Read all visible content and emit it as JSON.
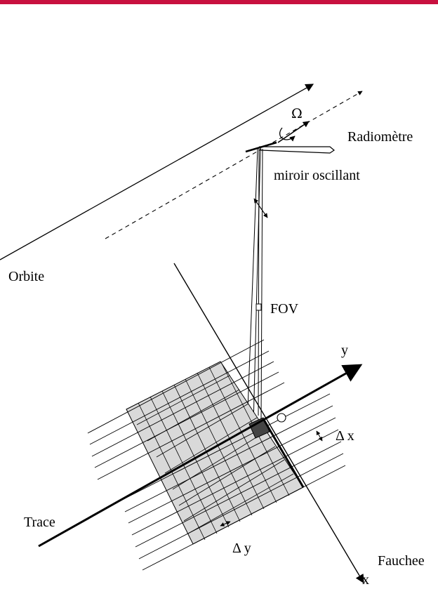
{
  "colors": {
    "top_bar": "#C8103F",
    "swath_fill": "#D9D9D9",
    "pixel_fill": "#444444",
    "ink": "#000000"
  },
  "labels": {
    "omega": "Ω",
    "radiometre": "Radiomètre",
    "miroir": "miroir oscillant",
    "orbite": "Orbite",
    "fov": "FOV",
    "y_axis": "y",
    "origin": "O",
    "delta_x": "Δ x",
    "trace": "Trace",
    "delta_y": "Δ y",
    "fauchee": "Fauchee",
    "x_axis": "x"
  }
}
